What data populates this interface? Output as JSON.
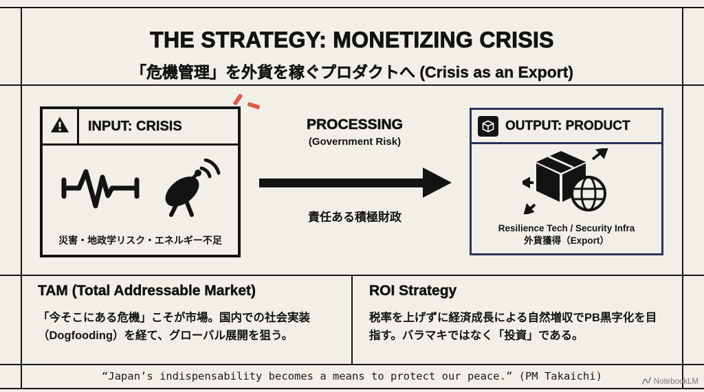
{
  "header": {
    "title": "THE STRATEGY: MONETIZING CRISIS",
    "subtitle": "「危機管理」を外貨を稼ぐプロダクトへ (Crisis as an Export)"
  },
  "diagram": {
    "input": {
      "label": "INPUT: CRISIS",
      "caption": "災害・地政学リスク・エネルギー不足"
    },
    "processing": {
      "title": "PROCESSING",
      "subtitle": "(Government Risk)",
      "note": "責任ある積極財政"
    },
    "output": {
      "label": "OUTPUT: PRODUCT",
      "caption_line1": "Resilience Tech / Security Infra",
      "caption_line2": "外貨獲得（Export）"
    }
  },
  "sections": {
    "tam": {
      "title": "TAM (Total Addressable Market)",
      "body": "「今そこにある危機」こそが市場。国内での社会実装（Dogfooding）を経て、グローバル展開を狙う。"
    },
    "roi": {
      "title": "ROI Strategy",
      "body": "税率を上げずに経済成長による自然増収でPB黒字化を目指す。バラマキではなく「投資」である。"
    }
  },
  "footer": {
    "quote": "“Japan’s indispensability becomes a means to protect our peace.” (PM Takaichi)",
    "watermark": "NotebookLM"
  },
  "icons": {
    "input_header": "warning-triangle-icon",
    "input_body": [
      "waveform-icon",
      "satellite-dish-icon"
    ],
    "output_header": "package-icon",
    "output_body": "shipping-box-globe-icon"
  },
  "colors": {
    "background": "#f1efe8",
    "ink": "#131313",
    "accent_red": "#df5a4e",
    "navy": "#27335a"
  }
}
